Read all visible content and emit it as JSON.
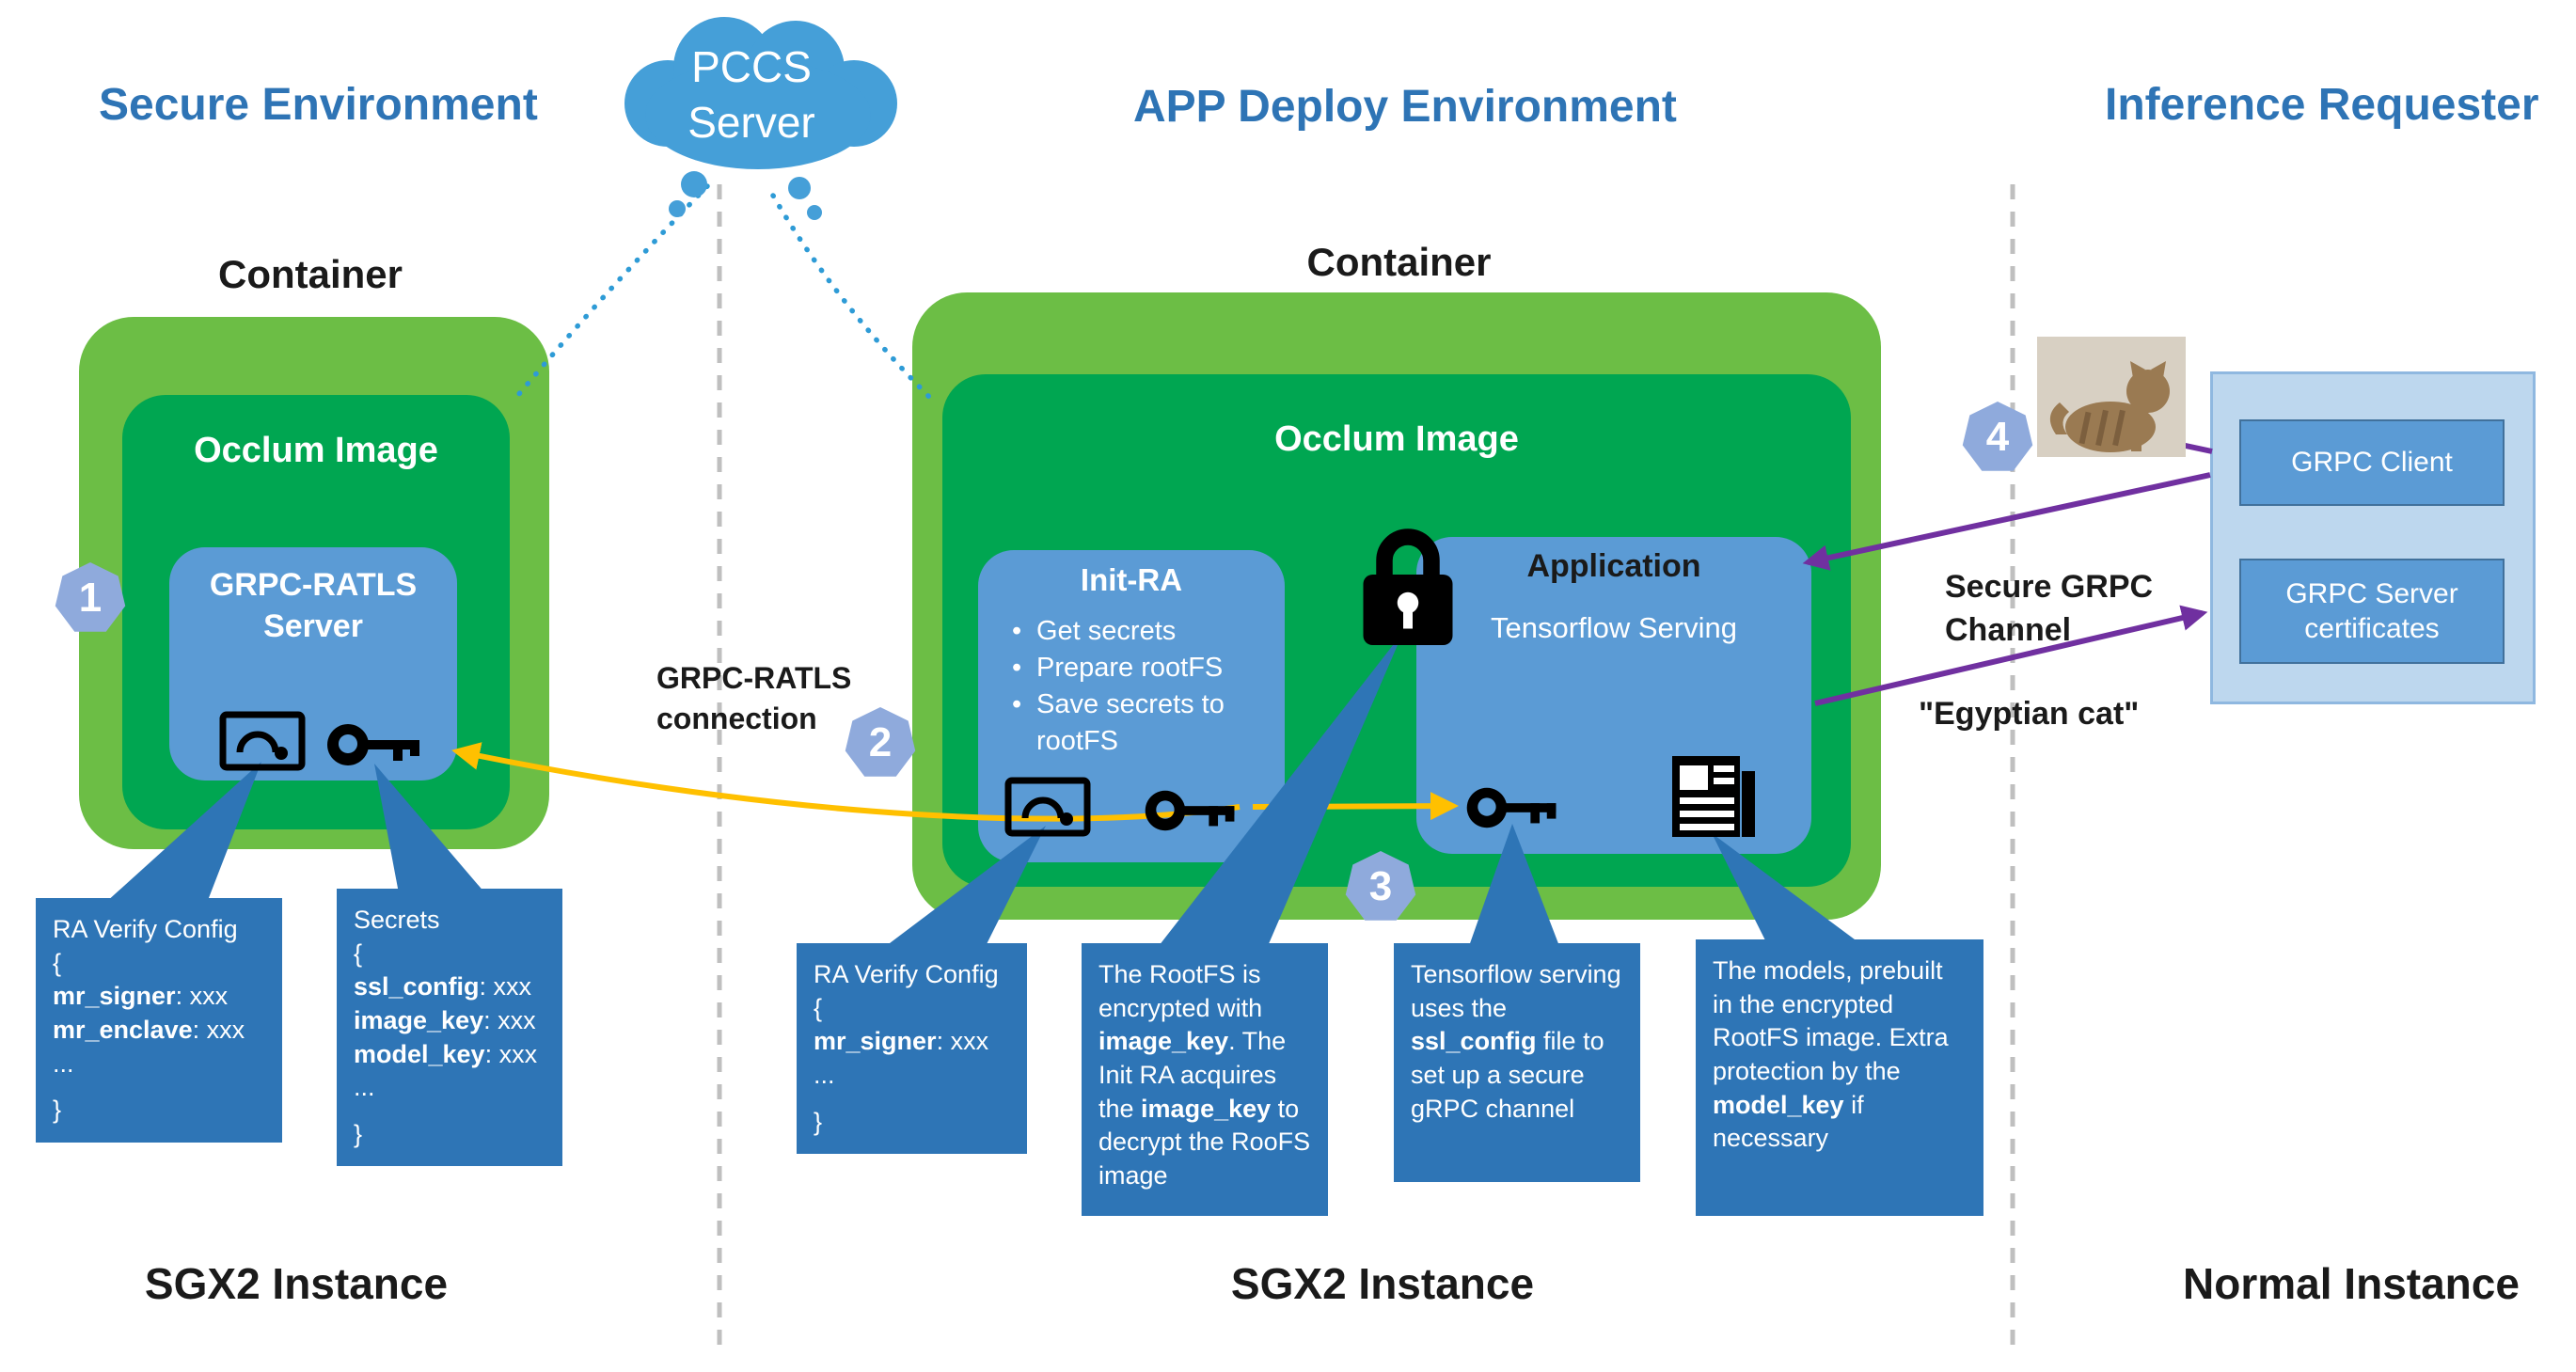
{
  "colors": {
    "heading_blue": "#2E74B5",
    "green_outer": "#6CBE45",
    "green_inner": "#00A651",
    "box_blue": "#5B9BD5",
    "callout_blue": "#2E75B6",
    "panel_light_blue": "#BDD7EE",
    "badge_blue": "#8FAADC",
    "arrow_yellow": "#FFC000",
    "arrow_purple": "#7030A0",
    "cloud_blue": "#459FD8",
    "divider_gray": "#BFBFBF",
    "dotted_blue": "#2E9BD6"
  },
  "headers": {
    "secure_env": "Secure Environment",
    "app_deploy": "APP Deploy Environment",
    "inference": "Inference Requester"
  },
  "pccs": {
    "line1": "PCCS",
    "line2": "Server"
  },
  "left": {
    "container_label": "Container",
    "occlum_label": "Occlum Image",
    "server_line1": "GRPC-RATLS",
    "server_line2": "Server",
    "badge": "1",
    "ra_callout": {
      "title": "RA Verify Config",
      "open": "{",
      "fields": [
        {
          "key": "mr_signer",
          "rest": ": xxx"
        },
        {
          "key": "mr_enclave",
          "rest": ": xxx"
        }
      ],
      "dots": "...",
      "close": "}"
    },
    "secrets_callout": {
      "title": "Secrets",
      "open": "{",
      "fields": [
        {
          "key": "ssl_config",
          "rest": ": xxx"
        },
        {
          "key": "image_key",
          "rest": ": xxx"
        },
        {
          "key": "model_key",
          "rest": ": xxx"
        }
      ],
      "dots": "...",
      "close": "}"
    },
    "instance_label": "SGX2 Instance"
  },
  "middle": {
    "container_label": "Container",
    "occlum_label": "Occlum Image",
    "init_ra": {
      "title": "Init-RA",
      "bullets": [
        "Get secrets",
        "Prepare rootFS",
        "Save secrets to rootFS"
      ]
    },
    "application": {
      "title": "Application",
      "subtitle": "Tensorflow Serving"
    },
    "badge2": "2",
    "badge3": "3",
    "connection_line1": "GRPC-RATLS",
    "connection_line2": "connection",
    "ra_callout": {
      "title": "RA Verify Config",
      "open": "{",
      "fields": [
        {
          "key": "mr_signer",
          "rest": ": xxx"
        }
      ],
      "dots": "...",
      "close": "}"
    },
    "rootfs_callout": {
      "s0": "The RootFS is encrypted with ",
      "s1": "image_key",
      "s2": ". The Init RA acquires the ",
      "s3": "image_key",
      "s4": " to decrypt the RooFS image"
    },
    "tf_callout": {
      "s0": "Tensorflow serving uses the ",
      "s1": "ssl_config",
      "s2": " file to set up a secure gRPC channel"
    },
    "models_callout": {
      "s0": "The models, prebuilt in the encrypted RootFS image. Extra protection by the ",
      "s1": "model_key",
      "s2": " if necessary"
    },
    "instance_label": "SGX2 Instance"
  },
  "right": {
    "badge4": "4",
    "client_label": "GRPC Client",
    "cert_line1": "GRPC Server",
    "cert_line2": "certificates",
    "channel_line1": "Secure GRPC",
    "channel_line2": "Channel",
    "egyptian_label": "\"Egyptian cat\"",
    "instance_label": "Normal Instance"
  }
}
